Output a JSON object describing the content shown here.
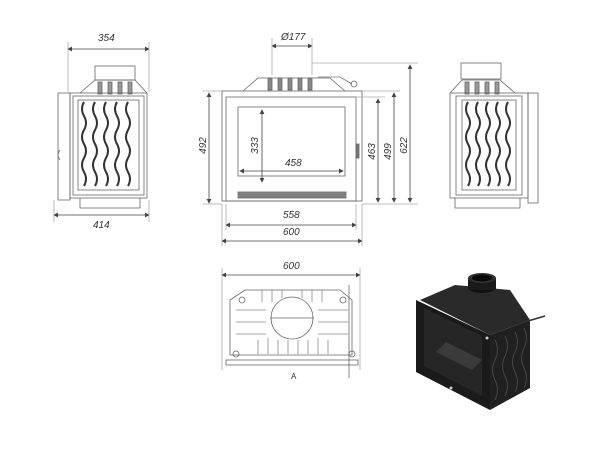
{
  "drawing": {
    "subject": "Fireplace insert technical drawing",
    "line_color": "#555555",
    "dim_color": "#333333"
  },
  "side_view_left": {
    "dims": {
      "top_width": "354",
      "bottom_width": "414"
    }
  },
  "front_view": {
    "dims": {
      "flue_diameter": "Ø177",
      "overall_height_left": "492",
      "glass_height": "333",
      "glass_width": "458",
      "frame_height": "463",
      "body_height": "499",
      "total_height": "622",
      "frame_width": "558",
      "overall_width": "600"
    }
  },
  "side_view_right": {
    "dims": {}
  },
  "top_view": {
    "dims": {
      "width": "600",
      "front_mark": "A"
    }
  },
  "render_3d": {
    "color": "#1a1a1a"
  }
}
